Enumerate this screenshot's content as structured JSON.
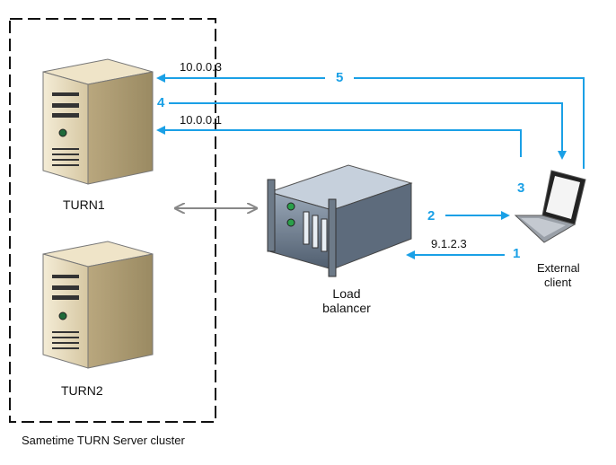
{
  "cluster": {
    "label": "Sametime TURN Server cluster"
  },
  "nodes": {
    "turn1": {
      "label": "TURN1"
    },
    "turn2": {
      "label": "TURN2"
    },
    "load_balancer": {
      "label_line1": "Load",
      "label_line2": "balancer"
    },
    "client": {
      "label_line1": "External",
      "label_line2": "client"
    }
  },
  "flows": [
    {
      "step": "1",
      "address": "9.1.2.3"
    },
    {
      "step": "2",
      "address": ""
    },
    {
      "step": "3",
      "address": "10.0.0.1"
    },
    {
      "step": "4",
      "address": ""
    },
    {
      "step": "5",
      "address": "10.0.0.3"
    }
  ],
  "colors": {
    "arrow": "#1aa0e6",
    "gray_arrow": "#888888",
    "server_body": "#e8dcc0",
    "box_dash": "#111111"
  }
}
